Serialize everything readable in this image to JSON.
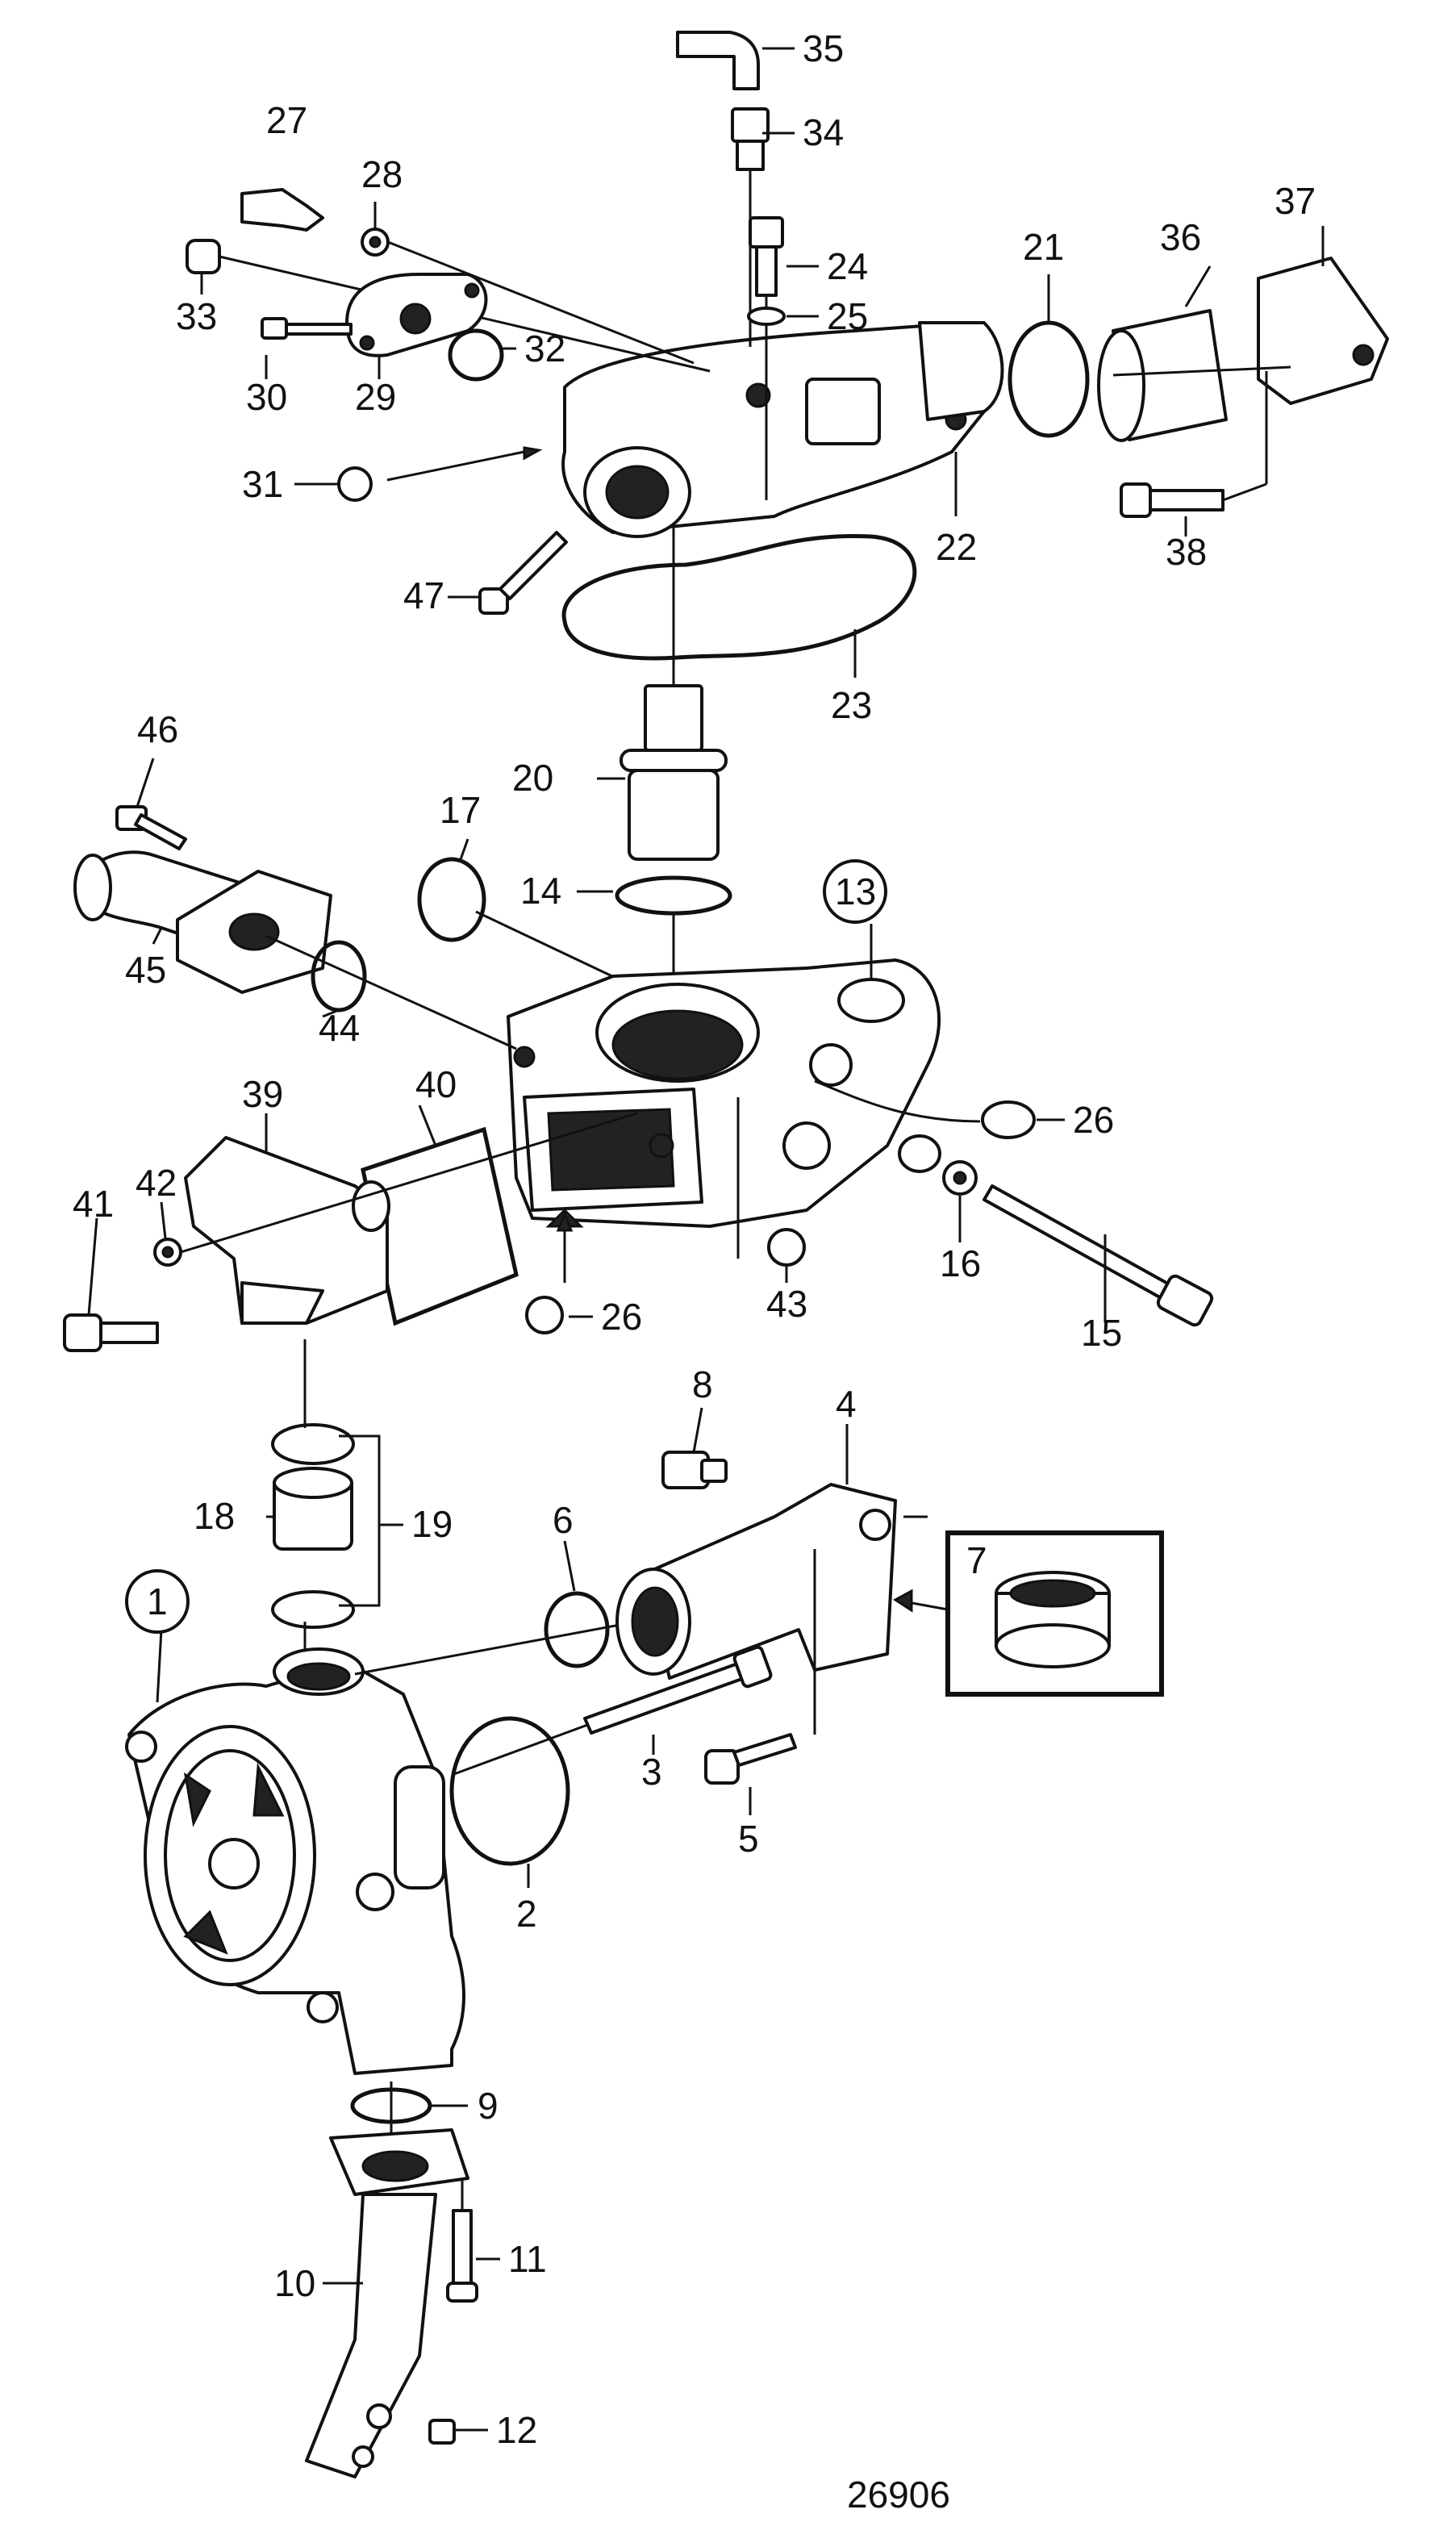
{
  "diagram": {
    "drawing_number": "26906",
    "part_labels": {
      "p1": "1",
      "p2": "2",
      "p3": "3",
      "p4": "4",
      "p5": "5",
      "p6": "6",
      "p7": "7",
      "p8": "8",
      "p9": "9",
      "p10": "10",
      "p11": "11",
      "p12": "12",
      "p13": "13",
      "p14": "14",
      "p15": "15",
      "p16": "16",
      "p17": "17",
      "p18": "18",
      "p19": "19",
      "p20": "20",
      "p21": "21",
      "p22": "22",
      "p23": "23",
      "p24": "24",
      "p25": "25",
      "p26a": "26",
      "p26b": "26",
      "p27": "27",
      "p28": "28",
      "p29": "29",
      "p30": "30",
      "p31": "31",
      "p32": "32",
      "p33": "33",
      "p34": "34",
      "p35": "35",
      "p36": "36",
      "p37": "37",
      "p38": "38",
      "p39": "39",
      "p40": "40",
      "p41": "41",
      "p42": "42",
      "p43": "43",
      "p44": "44",
      "p45": "45",
      "p46": "46",
      "p47": "47"
    },
    "circled_labels": [
      "1",
      "13"
    ],
    "inset_label": "7"
  }
}
